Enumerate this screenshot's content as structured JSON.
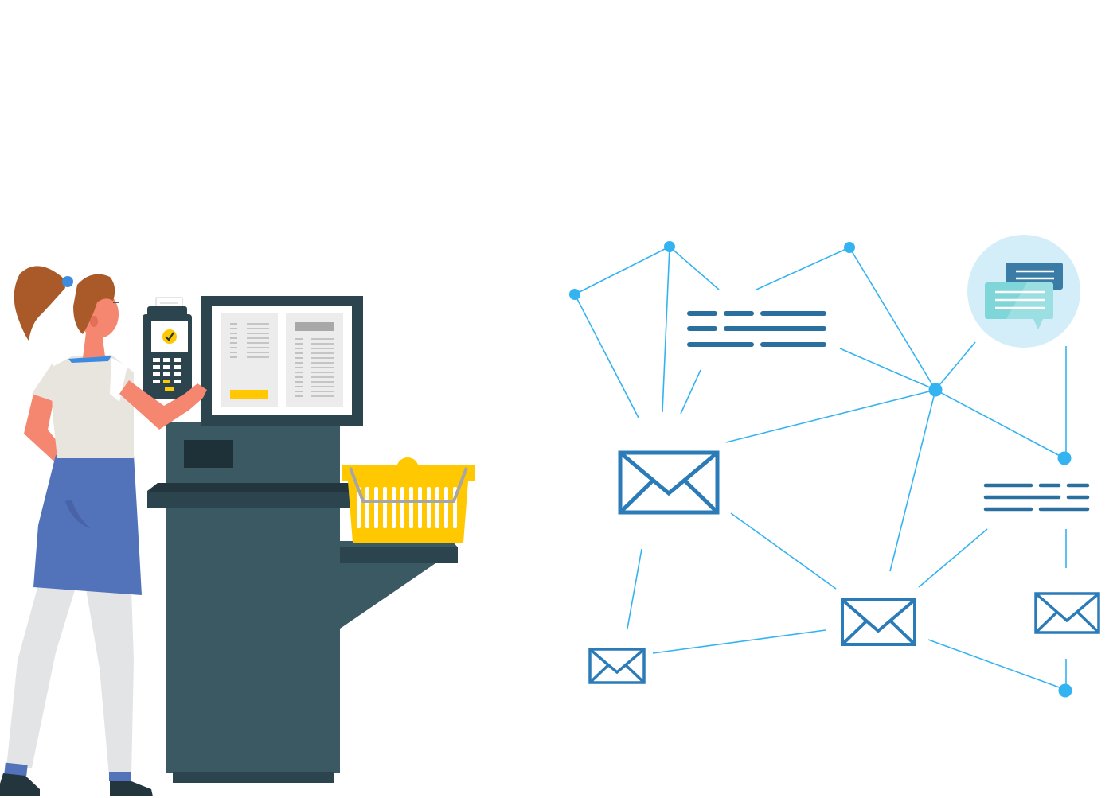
{
  "scene": {
    "title": "",
    "palette": {
      "kiosk_body": "#3b5963",
      "kiosk_dark": "#24363d",
      "screen_frame": "#2b444d",
      "screen_panel": "#ececec",
      "accent_yellow": "#ffc800",
      "network_line": "#34b3f1",
      "envelope": "#2b7bb9",
      "text_line": "#2a6f9e",
      "bubble_bg": "#d3eef8",
      "bubble_front": "#7fd6d9",
      "bubble_back": "#3a7ca5",
      "hair": "#a95a28",
      "skin": "#f5866f",
      "shirt": "#e7e5dd",
      "skirt": "#5272b9",
      "legs": "#e3e4e6",
      "shoes": "#24363d"
    },
    "elements": {
      "person": "woman-at-kiosk",
      "kiosk": "self-checkout-kiosk",
      "terminal": "payment-terminal",
      "basket": "shopping-basket",
      "network": "message-network",
      "chat": "chat-bubble-icon"
    }
  }
}
